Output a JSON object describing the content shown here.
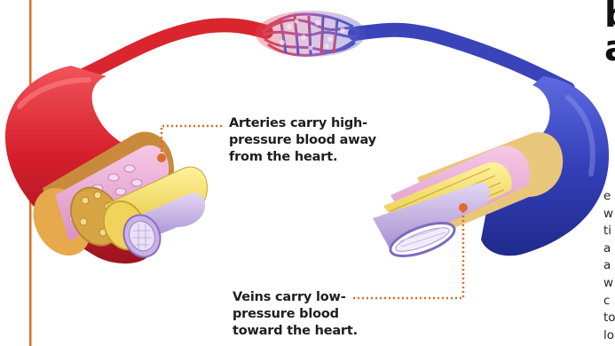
{
  "labels": {
    "artery": {
      "line1": "Arteries carry high-",
      "line2": "pressure blood away",
      "line3": "from the heart."
    },
    "vein": {
      "line1": "Veins carry low-",
      "line2": "pressure blood",
      "line3": "toward the heart."
    }
  },
  "clipped_heading": {
    "line1": "b",
    "line2": "a"
  },
  "clipped_body": [
    "e",
    "w",
    "ti",
    "a",
    "a",
    "w",
    "c",
    "to",
    "lo"
  ],
  "colors": {
    "accent_orange": "#e06a2c",
    "artery_red": "#d9262e",
    "vein_blue": "#3a43b8",
    "capillary_purple": "#9a5aa8"
  }
}
